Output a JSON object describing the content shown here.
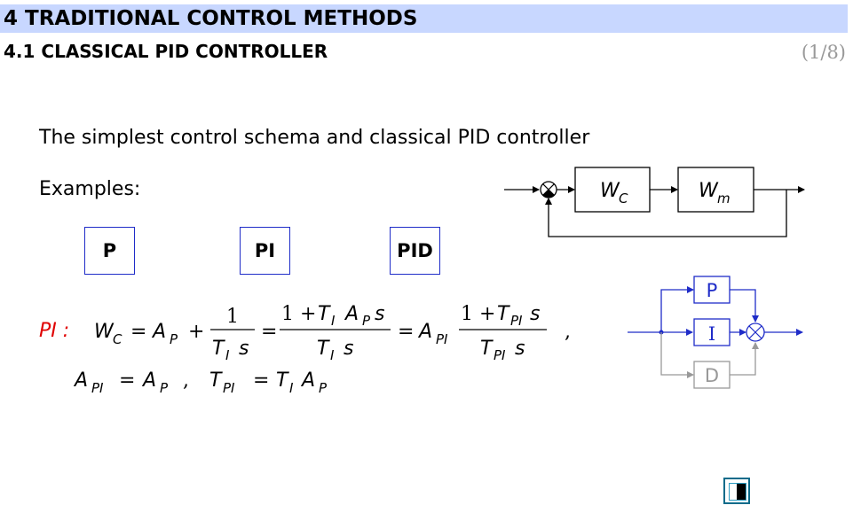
{
  "header": {
    "title": "4 TRADITIONAL CONTROL METHODS",
    "subtitle": "4.1 CLASSICAL PID CONTROLLER",
    "page_number": "(1/8)"
  },
  "content": {
    "intro": "The simplest control schema and classical PID controller",
    "examples_label": "Examples:",
    "buttons": [
      {
        "label": "P"
      },
      {
        "label": "PI"
      },
      {
        "label": "PID"
      }
    ]
  },
  "loop_diagram": {
    "blocks": [
      {
        "main": "W",
        "sub": "C"
      },
      {
        "main": "W",
        "sub": "m"
      }
    ]
  },
  "pid_diagram": {
    "blocks": [
      "P",
      "I",
      "D"
    ]
  },
  "formula": {
    "label": "PI :",
    "W": "W",
    "W_sub": "C",
    "eq": "=",
    "A": "A",
    "A_sub_P": "P",
    "plus": "+",
    "one": "1",
    "T": "T",
    "T_sub_I": "I",
    "s": "s",
    "one_plus": "1 +",
    "A_sub_PI": "PI",
    "T_sub_PI": "PI",
    "comma": ",",
    "line2_sep": ",",
    "line2_comma": ","
  },
  "colors": {
    "title_bar": "#c8d7ff",
    "accent_blue": "#1f2cc8",
    "pid_line": "#1f2cc8",
    "d_gray": "#999999",
    "formula_label": "#e00000"
  },
  "nav": {
    "icon": "exit-slide-icon"
  }
}
